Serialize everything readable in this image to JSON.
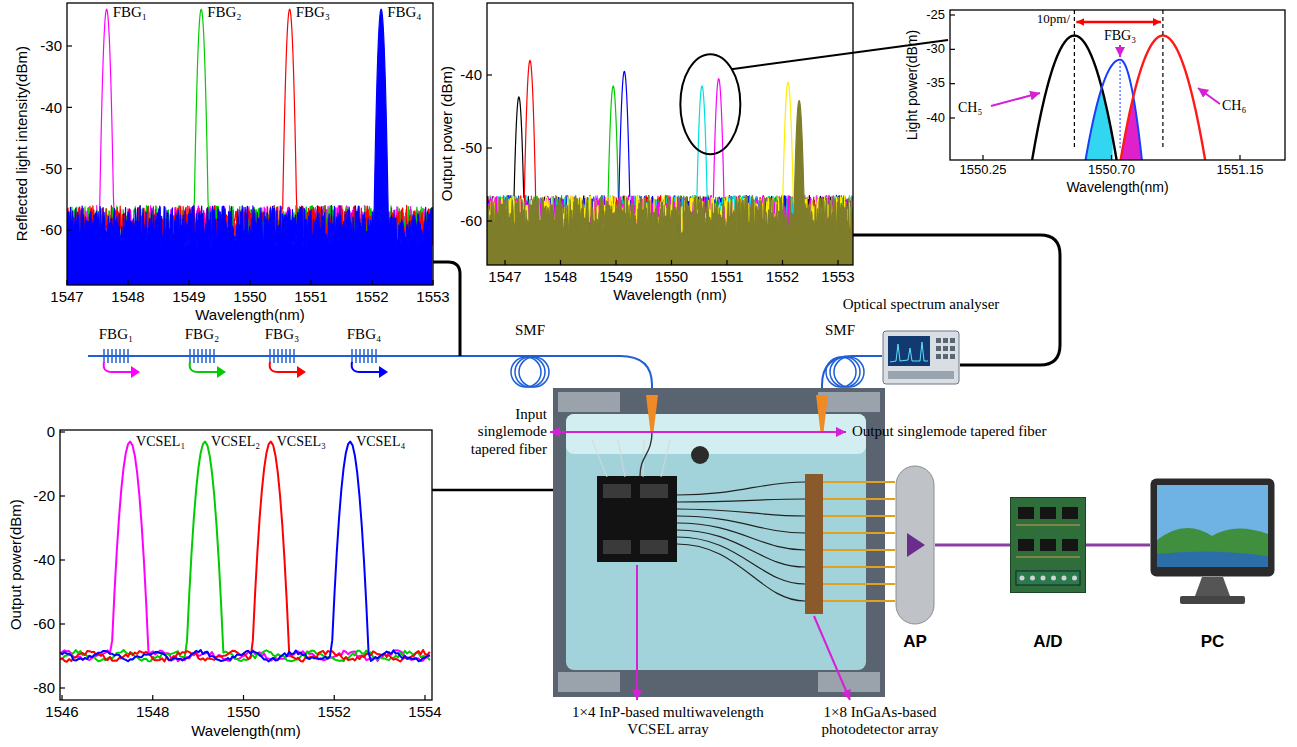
{
  "diagram": {
    "nodes": [
      {
        "text": [
          "Optical spectrum analyser"
        ]
      },
      {
        "text": [
          "AP"
        ]
      },
      {
        "text": [
          "A/D"
        ]
      },
      {
        "text": [
          "PC"
        ]
      }
    ],
    "edges": [
      {
        "from": 1,
        "to": 2,
        "arrow": "none"
      },
      {
        "from": 2,
        "to": 3,
        "arrow": "none"
      }
    ],
    "labels": [
      "FBG₁",
      "FBG₂",
      "FBG₃",
      "FBG₄",
      "Reflected light intensity(dBm)",
      "-30",
      "-40",
      "-50",
      "-60",
      "1547",
      "1548",
      "1549",
      "1550",
      "1551",
      "1552",
      "1553",
      "Wavelength(nm)",
      "Output power (dBm)",
      "-40",
      "-50",
      "-60",
      "1547",
      "1548",
      "1549",
      "1550",
      "1551",
      "1552",
      "1553",
      "Wavelength (nm)",
      "Light power(dBm)",
      "-25",
      "-30",
      "-35",
      "-40",
      "1550.25",
      "1550.70",
      "1551.15",
      "Wavelength(nm)",
      "10pm/",
      "CH₅",
      "FBG₃",
      "CH₆",
      "FBG₁",
      "FBG₂",
      "FBG₃",
      "FBG₄",
      "SMF",
      "SMF",
      "Input singlemode tapered fiber",
      "Output singlemode tapered fiber",
      "Output power(dBm)",
      "0",
      "-20",
      "-40",
      "-60",
      "-80",
      "1546",
      "1548",
      "1550",
      "1552",
      "1554",
      "Wavelength(nm)",
      "VCSEL₁",
      "VCSEL₂",
      "VCSEL₃",
      "VCSEL₄",
      "1×4 InP-based multiwavelength VCSEL array",
      "1×8 InGaAs-based photodetector array"
    ]
  }
}
